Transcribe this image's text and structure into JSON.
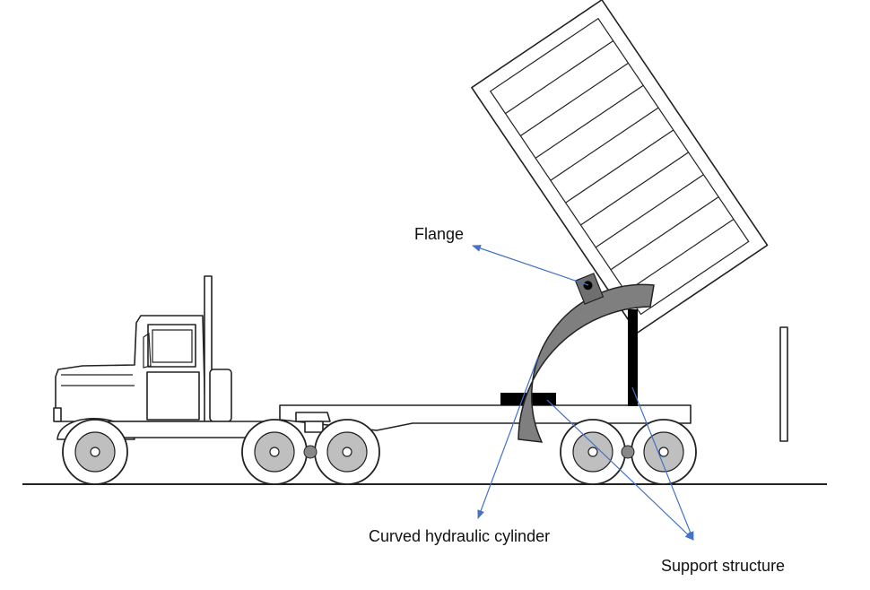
{
  "labels": {
    "flange": "Flange",
    "curved_cylinder": "Curved hydraulic cylinder",
    "support_structure": "Support structure"
  },
  "colors": {
    "line": "#222222",
    "arrow": "#4472c4",
    "cylinder_fill": "#7f7f7f",
    "support": "#000000",
    "wheel_rim": "#bfbfbf"
  }
}
